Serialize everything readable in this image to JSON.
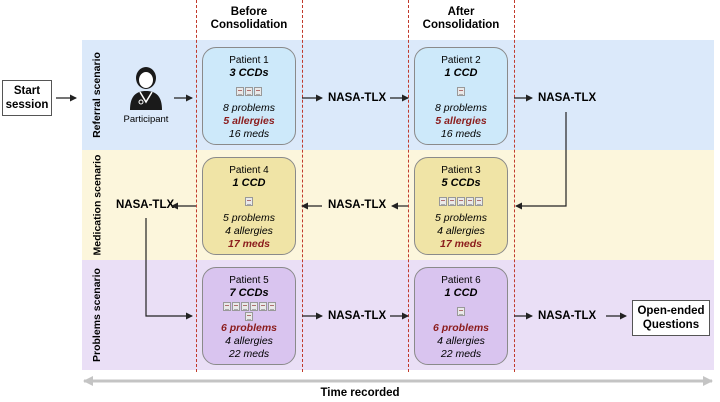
{
  "phases": {
    "before": "Before\nConsolidation",
    "after": "After\nConsolidation"
  },
  "scenarios": [
    {
      "label": "Referral scenario",
      "color": "#dbe9fa"
    },
    {
      "label": "Medication scenario",
      "color": "#fcf6dc"
    },
    {
      "label": "Problems scenario",
      "color": "#eadff6"
    }
  ],
  "start_session": "Start\nsession",
  "participant_label": "Participant",
  "nasa_label": "NASA-TLX",
  "open_ended": "Open-ended\nQuestions",
  "time_recorded": "Time recorded",
  "patients": [
    {
      "name": "Patient 1",
      "ccds": "3 CCDs",
      "doc_count": 3,
      "problems": "8 problems",
      "allergies": "5 allergies",
      "meds": "16 meds",
      "highlight": "allergies",
      "color": "#cde9fa"
    },
    {
      "name": "Patient 2",
      "ccds": "1 CCD",
      "doc_count": 1,
      "problems": "8 problems",
      "allergies": "5 allergies",
      "meds": "16 meds",
      "highlight": "allergies",
      "color": "#cde9fa"
    },
    {
      "name": "Patient 3",
      "ccds": "5 CCDs",
      "doc_count": 5,
      "problems": "5 problems",
      "allergies": "4 allergies",
      "meds": "17 meds",
      "highlight": "meds",
      "color": "#f0e4a6"
    },
    {
      "name": "Patient 4",
      "ccds": "1 CCD",
      "doc_count": 1,
      "problems": "5 problems",
      "allergies": "4 allergies",
      "meds": "17 meds",
      "highlight": "meds",
      "color": "#f0e4a6"
    },
    {
      "name": "Patient 5",
      "ccds": "7 CCDs",
      "doc_count": 7,
      "problems": "6 problems",
      "allergies": "4 allergies",
      "meds": "22 meds",
      "highlight": "problems",
      "color": "#d9c4ef"
    },
    {
      "name": "Patient 6",
      "ccds": "1 CCD",
      "doc_count": 1,
      "problems": "6 problems",
      "allergies": "4 allergies",
      "meds": "22 meds",
      "highlight": "problems",
      "color": "#d9c4ef"
    }
  ]
}
